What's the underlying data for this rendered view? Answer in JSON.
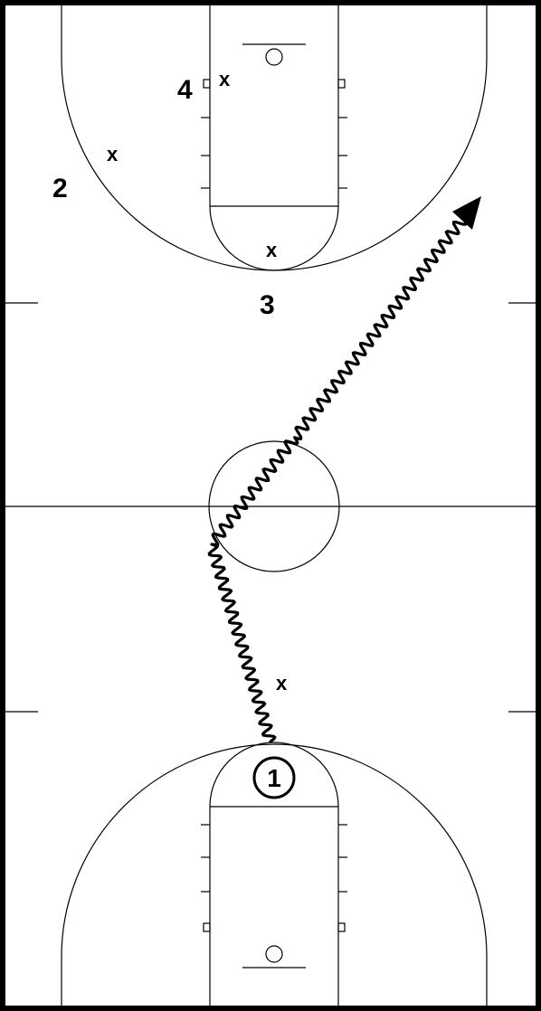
{
  "players": {
    "offense": [
      {
        "id": "1",
        "label": "1",
        "circled": true
      },
      {
        "id": "2",
        "label": "2",
        "circled": false
      },
      {
        "id": "3",
        "label": "3",
        "circled": false
      },
      {
        "id": "4",
        "label": "4",
        "circled": false
      }
    ],
    "defense": [
      {
        "id": "x-low",
        "label": "x"
      },
      {
        "id": "x-wing",
        "label": "x"
      },
      {
        "id": "x-foul-line",
        "label": "x"
      },
      {
        "id": "x-backcourt",
        "label": "x"
      }
    ]
  },
  "actions": [
    {
      "type": "dribble",
      "player": "1",
      "arrow": true
    }
  ],
  "colors": {
    "lines": "#000000",
    "background": "#ffffff"
  }
}
